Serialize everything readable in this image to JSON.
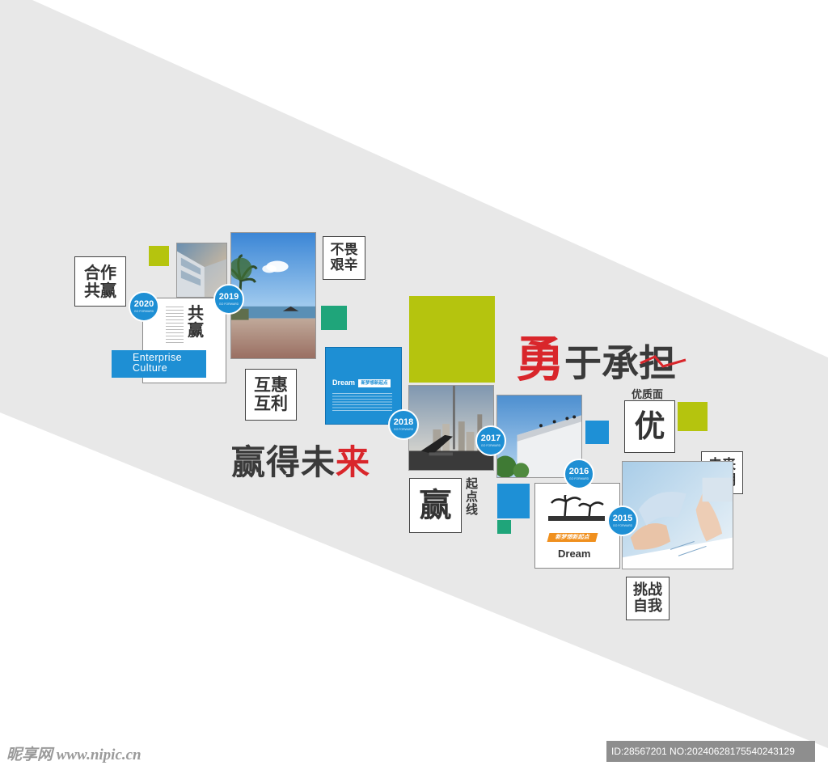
{
  "colors": {
    "green": "#b5c40e",
    "teal": "#1fa57a",
    "blue": "#1e90d6",
    "wall": "#e8e8e8",
    "red": "#d9262b"
  },
  "boxes": {
    "hezuo": "合作\n共赢",
    "buwei": "不畏\n艰辛",
    "huhui": "互惠\n互利",
    "ying": "赢",
    "you": "优",
    "weilai": "未来\n可期",
    "tiaozhan": "挑战\n自我"
  },
  "card2020": {
    "title": "共\n赢",
    "tag_line1": "Enterprise",
    "tag_line2": "Culture"
  },
  "card2018": {
    "dream": "Dream",
    "banner": "新梦想新起点"
  },
  "card2016": {
    "banner": "新梦想新起点",
    "dream": "Dream"
  },
  "years": [
    {
      "year": "2020",
      "sub": "GO FORWARD"
    },
    {
      "year": "2019",
      "sub": "GO FORWARD"
    },
    {
      "year": "2018",
      "sub": "GO FORWARD"
    },
    {
      "year": "2017",
      "sub": "GO FORWARD"
    },
    {
      "year": "2016",
      "sub": "GO FORWARD"
    },
    {
      "year": "2015",
      "sub": "GO FORWARD"
    }
  ],
  "slogans": {
    "win_future_main": "赢得未",
    "win_future_red": "来",
    "brave_red": "勇",
    "brave_rest": "于承担",
    "quality": "优质面",
    "start_point": "起点线"
  },
  "watermark": {
    "left": "昵享网 www.nipic.cn",
    "right": "ID:28567201 NO:20240628175540243129"
  }
}
